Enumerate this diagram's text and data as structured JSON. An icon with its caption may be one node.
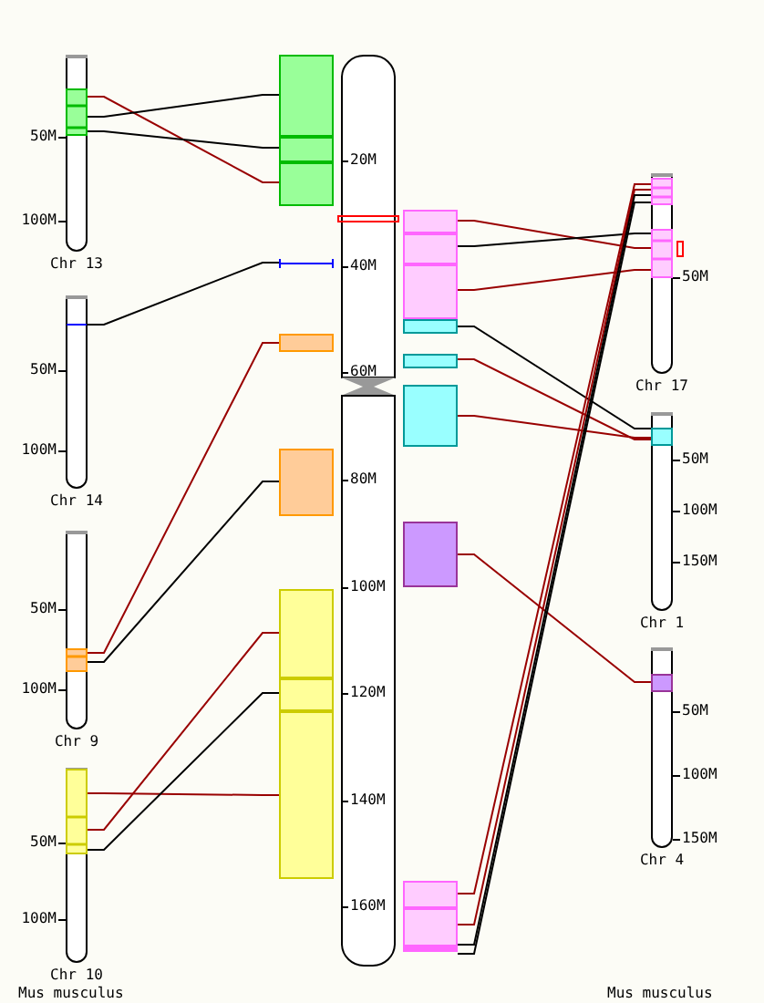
{
  "diagram": {
    "nodes": [
      {
        "text": [],
        "shape": "bar",
        "beside": [
          "Chr 13"
        ]
      },
      {
        "text": [],
        "shape": "bar",
        "beside": [
          "Chr 14"
        ]
      },
      {
        "text": [],
        "shape": "bar",
        "beside": [
          "Chr 9"
        ]
      },
      {
        "text": [],
        "shape": "bar",
        "beside": [
          "Chr 10"
        ]
      },
      {
        "text": [],
        "shape": "bar"
      },
      {
        "text": [],
        "shape": "bar",
        "beside": [
          "Chr 17"
        ]
      },
      {
        "text": [],
        "shape": "bar",
        "beside": [
          "Chr 1"
        ]
      },
      {
        "text": [],
        "shape": "bar",
        "beside": [
          "Chr 4"
        ]
      },
      {
        "text": [],
        "shape": "box"
      },
      {
        "text": [],
        "shape": "box"
      },
      {
        "text": [],
        "shape": "box"
      },
      {
        "text": [],
        "shape": "box"
      },
      {
        "text": [],
        "shape": "box"
      },
      {
        "text": [],
        "shape": "box"
      },
      {
        "text": [],
        "shape": "box"
      },
      {
        "text": [],
        "shape": "box"
      },
      {
        "text": [],
        "shape": "box"
      },
      {
        "text": [],
        "shape": "box"
      },
      {
        "text": [],
        "shape": "bar"
      }
    ],
    "edges": [
      {
        "from": 0,
        "to": 8,
        "arrow": "none"
      },
      {
        "from": 0,
        "to": 8,
        "arrow": "none",
        "color": "#000000"
      },
      {
        "from": 0,
        "to": 8,
        "arrow": "none",
        "color": "#000000"
      },
      {
        "from": 1,
        "to": 18,
        "arrow": "none",
        "color": "#000000"
      },
      {
        "from": 2,
        "to": 9,
        "arrow": "none"
      },
      {
        "from": 2,
        "to": 10,
        "arrow": "none",
        "color": "#000000"
      },
      {
        "from": 3,
        "to": 11,
        "arrow": "none"
      },
      {
        "from": 3,
        "to": 11,
        "arrow": "none"
      },
      {
        "from": 3,
        "to": 11,
        "arrow": "none",
        "color": "#000000"
      },
      {
        "from": 12,
        "to": 5,
        "arrow": "none"
      },
      {
        "from": 12,
        "to": 5,
        "arrow": "none",
        "color": "#000000"
      },
      {
        "from": 12,
        "to": 5,
        "arrow": "none"
      },
      {
        "from": 13,
        "to": 6,
        "arrow": "none",
        "color": "#000000"
      },
      {
        "from": 14,
        "to": 6,
        "arrow": "none"
      },
      {
        "from": 15,
        "to": 6,
        "arrow": "none"
      },
      {
        "from": 16,
        "to": 7,
        "arrow": "none"
      },
      {
        "from": 17,
        "to": 5,
        "arrow": "none"
      },
      {
        "from": 17,
        "to": 5,
        "arrow": "none"
      },
      {
        "from": 17,
        "to": 5,
        "arrow": "none",
        "color": "#000000"
      },
      {
        "from": 17,
        "to": 5,
        "arrow": "none",
        "color": "#000000"
      }
    ],
    "labels": [
      "50M",
      "100M",
      "50M",
      "100M",
      "50M",
      "100M",
      "50M",
      "100M",
      "Mus musculus",
      "20M",
      "40M",
      "60M",
      "80M",
      "100M",
      "120M",
      "140M",
      "160M",
      "50M",
      "50M",
      "100M",
      "150M",
      "50M",
      "100M",
      "150M",
      "Mus musculus"
    ]
  }
}
